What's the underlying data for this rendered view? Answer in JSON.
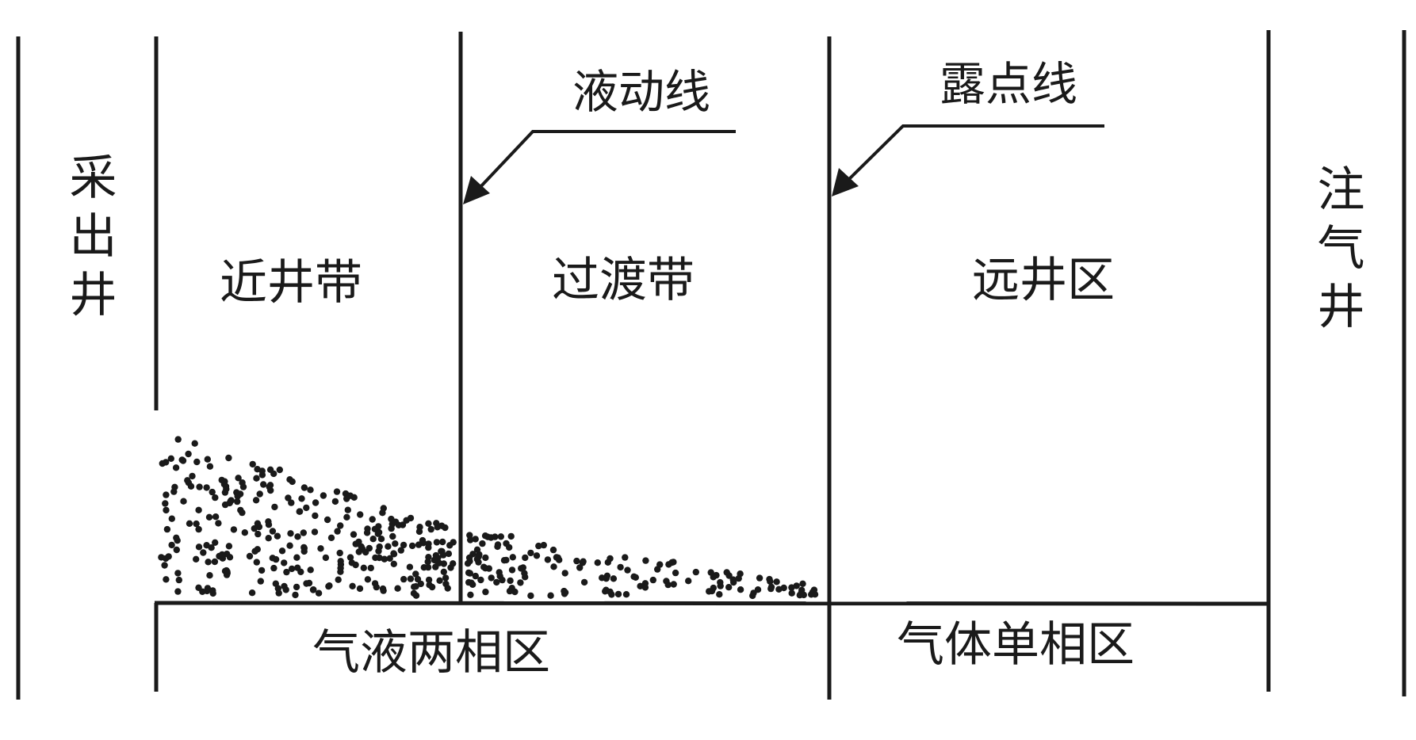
{
  "wells": {
    "production": "采出井",
    "injection": "注气井"
  },
  "zones": {
    "near": "近井带",
    "transition": "过渡带",
    "far": "远井区"
  },
  "boundaries": {
    "liquid_line": "液动线",
    "dew_point_line": "露点线"
  },
  "phases": {
    "two_phase": "气液两相区",
    "single_phase": "气体单相区"
  }
}
